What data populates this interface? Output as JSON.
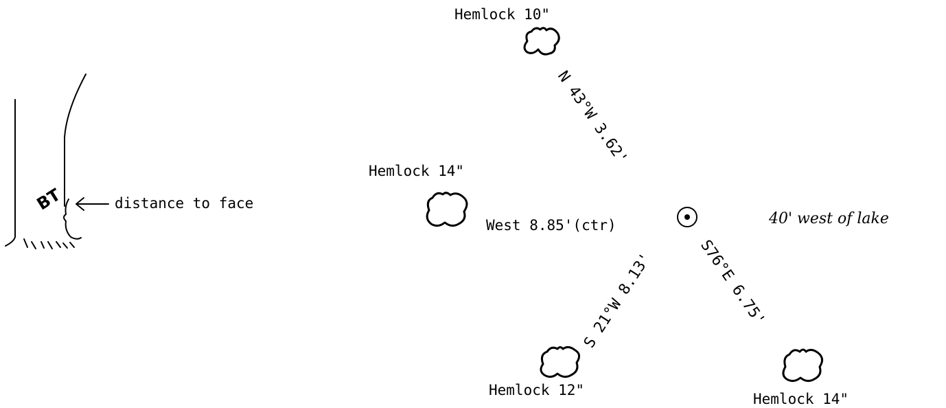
{
  "left_sketch": {
    "tree_label": "BT",
    "arrow_label": "distance to face"
  },
  "survey": {
    "center_point": {
      "label": "West 8.85'(ctr)"
    },
    "note": "40' west of lake",
    "trees": [
      {
        "id": "nw",
        "label": "Hemlock 10\"",
        "bearing": "N 43°W 3.62'"
      },
      {
        "id": "w",
        "label": "Hemlock 14\""
      },
      {
        "id": "sw",
        "label": "Hemlock 12\"",
        "bearing": "S 21°W 8.13'"
      },
      {
        "id": "se",
        "label": "Hemlock 14\"",
        "bearing": "S76°E 6.75'"
      }
    ]
  }
}
